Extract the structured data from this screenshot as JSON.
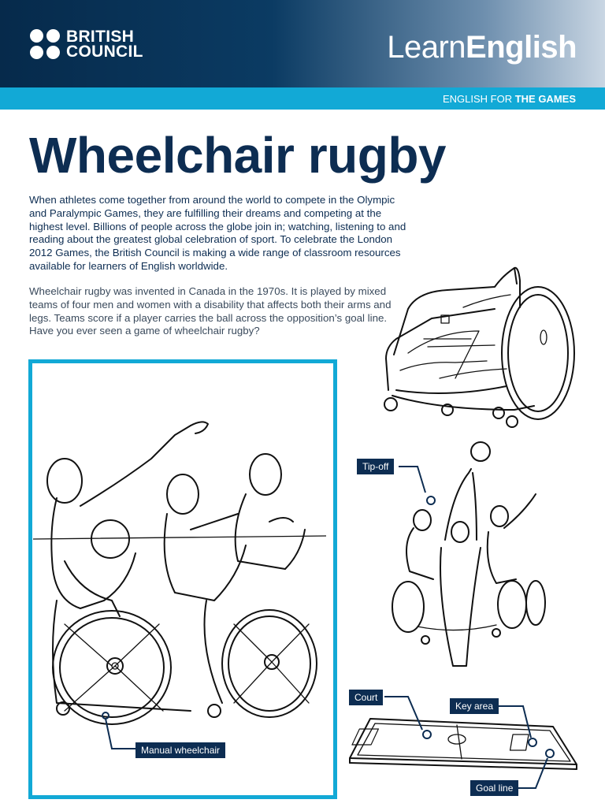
{
  "brand": {
    "logo_line1": "BRITISH",
    "logo_line2": "COUNCIL",
    "learn_prefix": "Learn",
    "learn_suffix": "English"
  },
  "subbar": {
    "prefix": "ENGLISH FOR ",
    "strong": "THE GAMES"
  },
  "title": "Wheelchair rugby",
  "intro": "When athletes come together from around the world to compete in the Olympic and Paralympic Games, they are fulfilling their dreams and competing at the highest level. Billions of people across the globe join in; watching, listening to and reading about the greatest global celebration of sport. To celebrate the London 2012 Games, the British Council is making a wide range of classroom resources available for learners of English worldwide.",
  "body": "Wheelchair rugby was invented in Canada in the 1970s. It is played by mixed teams of four men and women with a disability that affects both their arms and legs. Teams score if a player carries the ball across the opposition’s goal line. Have you ever seen a game of wheelchair rugby?",
  "labels": {
    "manual_wheelchair": "Manual wheelchair",
    "tip_off": "Tip-off",
    "court": "Court",
    "key_area": "Key area",
    "goal_line": "Goal line"
  },
  "colors": {
    "navy": "#0d2d52",
    "cyan": "#12a9d6"
  }
}
